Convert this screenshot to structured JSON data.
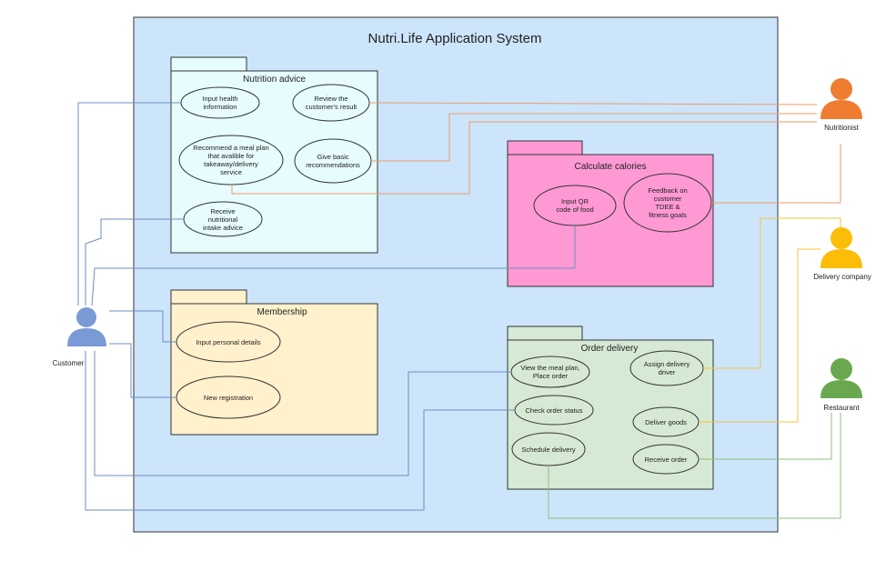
{
  "system": {
    "title": "Nutri.Life Application System"
  },
  "packages": {
    "nutrition": {
      "title": "Nutrition advice",
      "usecases": {
        "input_health": "Input health\ninformation",
        "review_result": "Review the\ncustomer's result",
        "recommend_meal": "Recommend a meal plan\nthat avalible for\ntakeaway/delivery\nservice",
        "basic_recs": "Give basic\nrecommendations",
        "receive_advice": "Receive\nnutritional\nintake advice"
      }
    },
    "calories": {
      "title": "Calculate calories",
      "usecases": {
        "input_qr": "Input QR\ncode of food",
        "feedback": "Feedback on\ncustomer\nTDEE &\nfitness goals"
      }
    },
    "membership": {
      "title": "Membership",
      "usecases": {
        "personal_details": "Input personal details",
        "registration": "New registration"
      }
    },
    "order": {
      "title": "Order delivery",
      "usecases": {
        "view_meal": "View the meal plan,\nPlace order",
        "assign_driver": "Assign delivery\ndriver",
        "check_status": "Check order status",
        "deliver_goods": "Deliver goods",
        "schedule": "Schedule delivery",
        "receive_order": "Receive order"
      }
    }
  },
  "actors": {
    "customer": {
      "name": "Customer",
      "color": "#7a9ad6"
    },
    "nutritionist": {
      "name": "Nutritionist",
      "color": "#ee7d31"
    },
    "delivery": {
      "name": "Delivery company",
      "color": "#fbbd08"
    },
    "restaurant": {
      "name": "Restaurant",
      "color": "#6aa84f"
    }
  },
  "colors": {
    "system_fill": "#cce5fb",
    "nutrition_fill": "#e6fcfd",
    "calories_fill": "#fe99d4",
    "membership_fill": "#fff1cc",
    "order_fill": "#d6e9d4"
  }
}
